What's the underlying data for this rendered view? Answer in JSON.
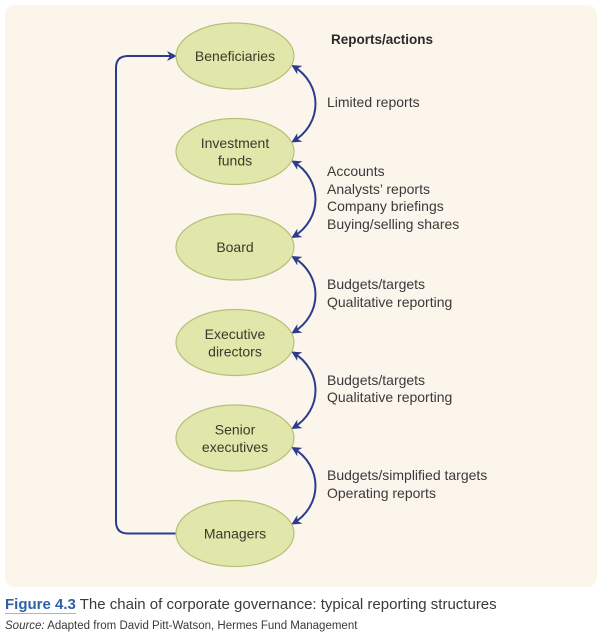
{
  "figure": {
    "number": "Figure 4.3",
    "title": "The chain of corporate governance: typical reporting structures",
    "source_label": "Source:",
    "source_text": "Adapted from David Pitt-Watson, Hermes Fund Management"
  },
  "diagram": {
    "reports_heading": "Reports/actions",
    "nodes": [
      {
        "id": "beneficiaries",
        "lines": [
          "Beneficiaries"
        ]
      },
      {
        "id": "investment-funds",
        "lines": [
          "Investment",
          "funds"
        ]
      },
      {
        "id": "board",
        "lines": [
          "Board"
        ]
      },
      {
        "id": "executive-directors",
        "lines": [
          "Executive",
          "directors"
        ]
      },
      {
        "id": "senior-executives",
        "lines": [
          "Senior",
          "executives"
        ]
      },
      {
        "id": "managers",
        "lines": [
          "Managers"
        ]
      }
    ],
    "links": [
      {
        "from": "beneficiaries",
        "to": "investment-funds",
        "reports": [
          "Limited reports"
        ]
      },
      {
        "from": "investment-funds",
        "to": "board",
        "reports": [
          "Accounts",
          "Analysts’ reports",
          "Company briefings",
          "Buying/selling shares"
        ]
      },
      {
        "from": "board",
        "to": "executive-directors",
        "reports": [
          "Budgets/targets",
          "Qualitative reporting"
        ]
      },
      {
        "from": "executive-directors",
        "to": "senior-executives",
        "reports": [
          "Budgets/targets",
          "Qualitative reporting"
        ]
      },
      {
        "from": "senior-executives",
        "to": "managers",
        "reports": [
          "Budgets/simplified targets",
          "Operating reports"
        ]
      }
    ],
    "feedback_loop": {
      "from": "managers",
      "to": "beneficiaries"
    },
    "colors": {
      "panel": "#fbf5ec",
      "node_fill": "#e1e7ab",
      "node_stroke": "#b9bf7a",
      "arrow": "#2e3a8c"
    }
  }
}
